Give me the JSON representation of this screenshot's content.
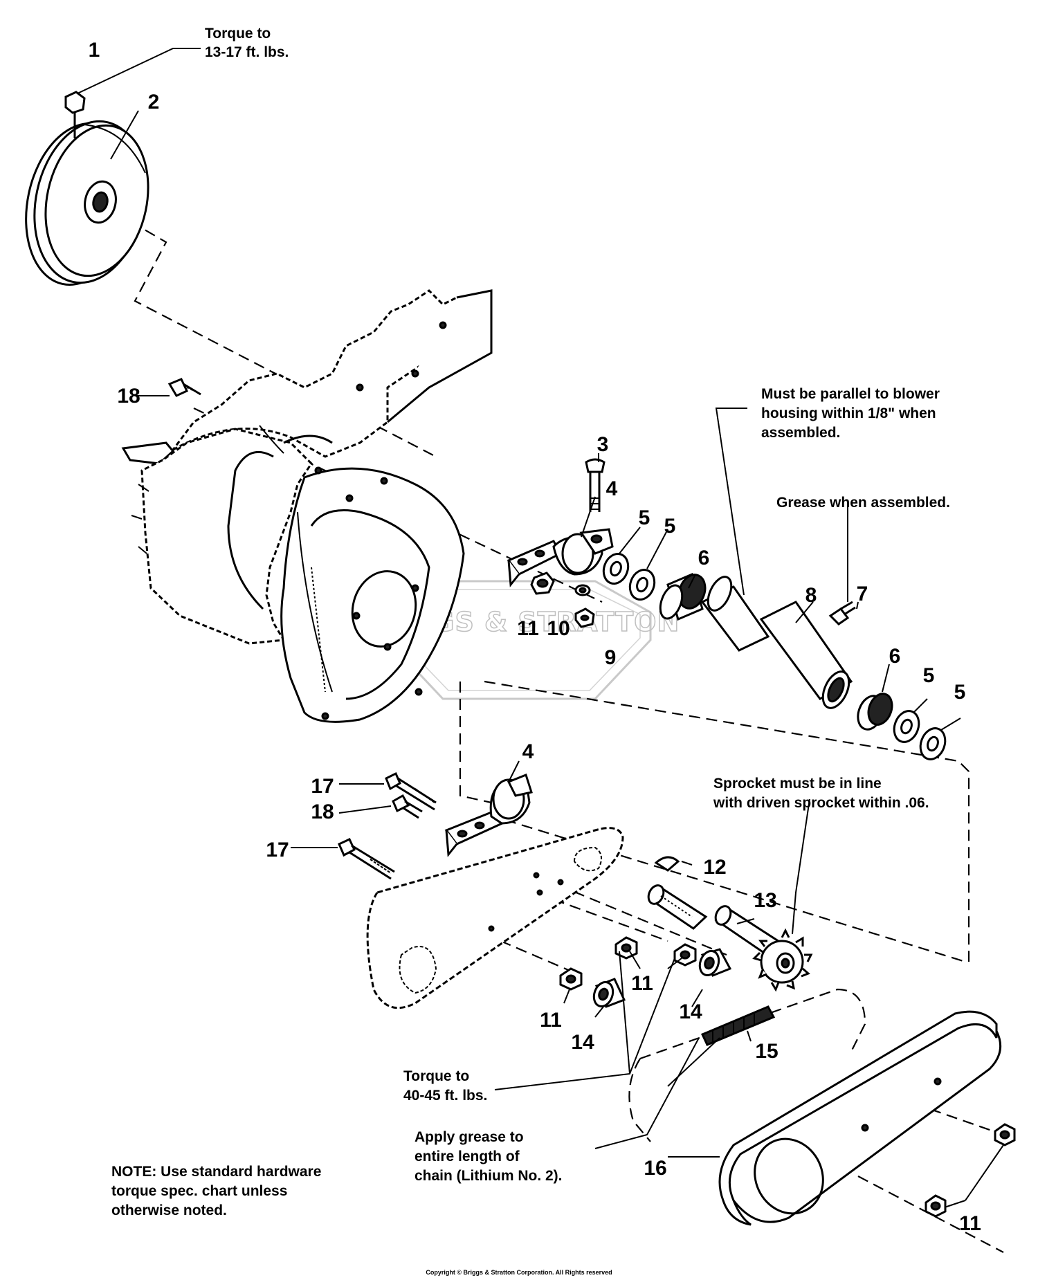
{
  "callouts": {
    "p1": "1",
    "p2": "2",
    "p3": "3",
    "p4a": "4",
    "p4b": "4",
    "p5a": "5",
    "p5b": "5",
    "p5c": "5",
    "p5d": "5",
    "p6a": "6",
    "p6b": "6",
    "p7": "7",
    "p8": "8",
    "p9": "9",
    "p10": "10",
    "p11a": "11",
    "p11b": "11",
    "p11c": "11",
    "p11d": "11",
    "p12": "12",
    "p13": "13",
    "p14a": "14",
    "p14b": "14",
    "p15": "15",
    "p16": "16",
    "p17a": "17",
    "p17b": "17",
    "p18a": "18",
    "p18b": "18"
  },
  "notes": {
    "torque1": [
      "Torque to",
      "13-17 ft. lbs."
    ],
    "parallel": [
      "Must be parallel to blower",
      "housing within 1/8\" when",
      "assembled."
    ],
    "grease": [
      "Grease when assembled."
    ],
    "sprocket": [
      "Sprocket must be in line",
      "with driven sprocket within .06."
    ],
    "torque2": [
      "Torque to",
      "40-45 ft. lbs."
    ],
    "chain": [
      "Apply grease to",
      "entire length of",
      "chain (Lithium No. 2)."
    ],
    "general": [
      "NOTE: Use standard hardware",
      "torque spec. chart unless",
      "otherwise noted."
    ]
  },
  "watermark": "BRIGGS & STRATTON",
  "copyright": "Copyright © Briggs & Stratton Corporation. All Rights reserved"
}
